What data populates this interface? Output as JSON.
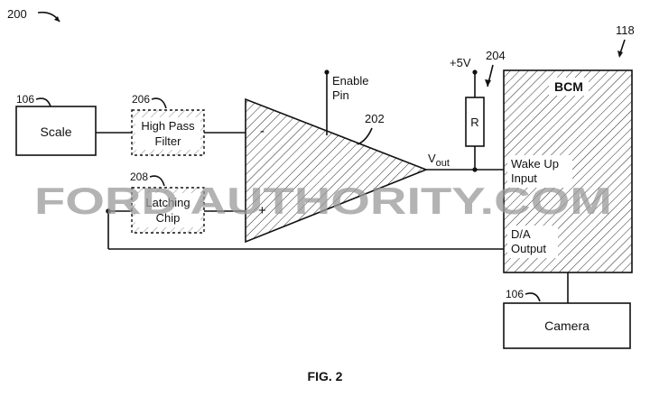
{
  "figure": {
    "ref_main": "200",
    "caption": "FIG. 2"
  },
  "blocks": {
    "scale": {
      "ref": "106",
      "label": "Scale"
    },
    "hpf": {
      "ref": "206",
      "line1": "High Pass",
      "line2": "Filter"
    },
    "latch": {
      "ref": "208",
      "line1": "Latching",
      "line2": "Chip"
    },
    "bcm": {
      "ref": "118",
      "title": "BCM",
      "wake1": "Wake Up",
      "wake2": "Input",
      "da1": "D/A",
      "da2": "Output"
    },
    "camera": {
      "ref": "106",
      "label": "Camera"
    },
    "resistor": {
      "ref": "204",
      "label": "R",
      "supply": "+5V"
    },
    "amplifier": {
      "ref": "202",
      "enable1": "Enable",
      "enable2": "Pin",
      "minus": "-",
      "plus": "+",
      "vout_main": "V",
      "vout_sub": "out"
    }
  },
  "watermark": {
    "text": "FORD AUTHORITY.COM",
    "color": "#9a9a9a"
  }
}
